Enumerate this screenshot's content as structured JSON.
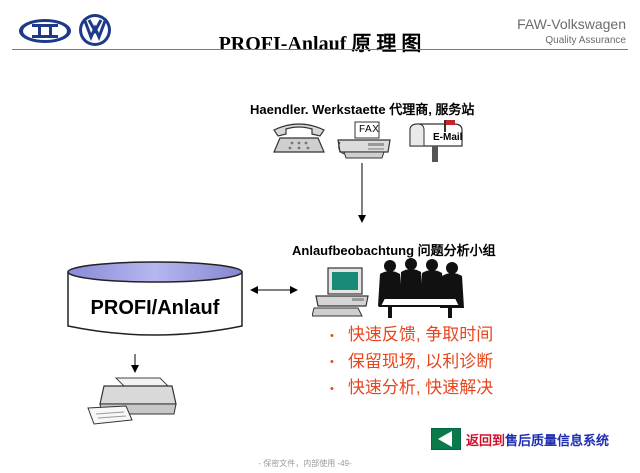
{
  "header": {
    "title": "PROFI-Anlauf 原 理 图",
    "brand_name": "FAW-Volkswagen",
    "brand_sub": "Quality Assurance"
  },
  "dealer": {
    "label": "Haendler. Werkstaette 代理商, 服务站",
    "fax_label": "FAX",
    "email_label": "E-Mail"
  },
  "database": {
    "label": "PROFI/Anlauf"
  },
  "analysis_group": {
    "label": "Anlaufbeobachtung 问题分析小组"
  },
  "bullets": [
    "快速反馈, 争取时间",
    "保留现场, 以利诊断",
    "快速分析, 快速解决"
  ],
  "return_link": {
    "prefix": "返回到",
    "target": "售后质量信息系统"
  },
  "footer": {
    "text": "- 保密文件，内部使用 -49-"
  },
  "colors": {
    "bullet_text": "#e8461e",
    "return_button": "#0a7a4a",
    "return_prefix": "#d0102a",
    "return_target": "#1f2fb0",
    "logo_blue": "#1d3a8a"
  }
}
